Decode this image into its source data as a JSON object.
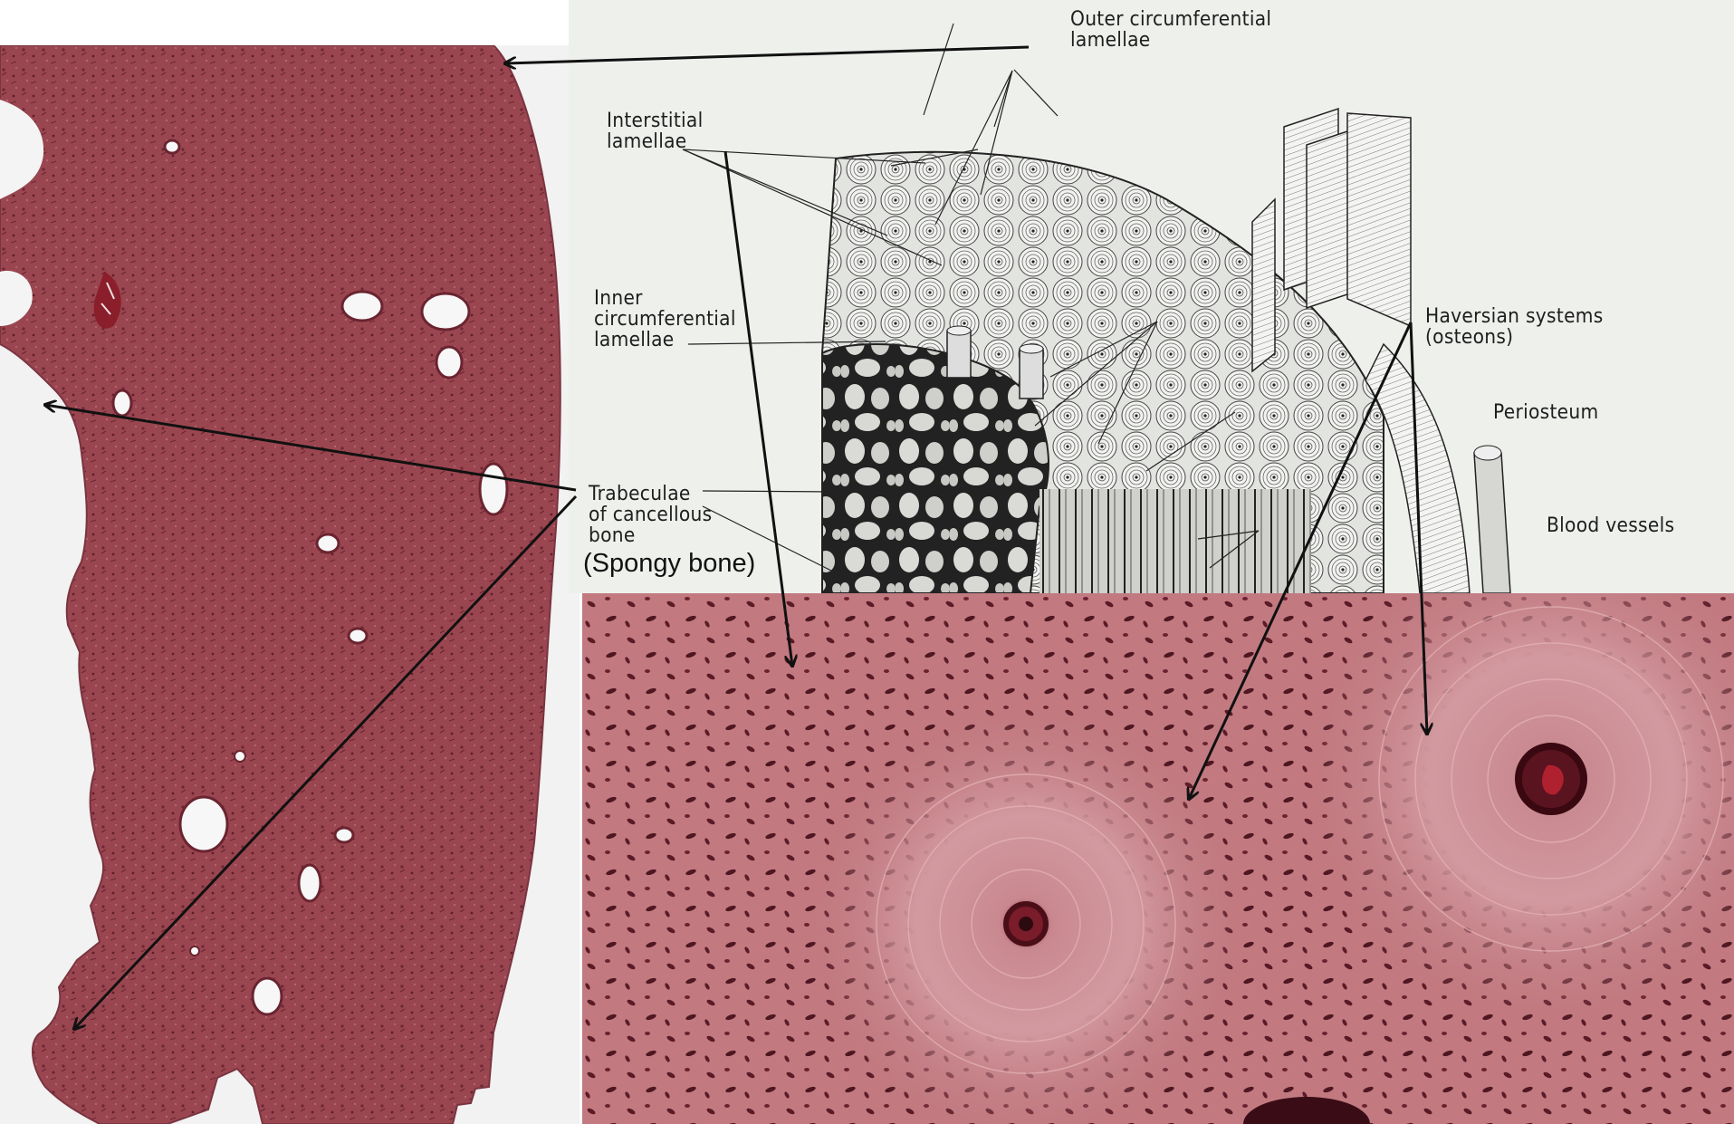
{
  "diagram": {
    "labels": {
      "outer_circumferential": "Outer circumferential\nlamellae",
      "interstitial": "Interstitial\nlamellae",
      "inner_circumferential": "Inner\ncircumferential\nlamellae",
      "haversian": "Haversian systems\n(osteons)",
      "periosteum": "Periosteum",
      "trabeculae": "Trabeculae\nof cancellous\nbone",
      "blood_vessels": "Blood vessels"
    },
    "caption": "(Spongy bone)"
  },
  "colors": {
    "tissue": "#9b4650",
    "tissue_dark": "#6e2a35",
    "micrograph": "#c27a80",
    "diagram_bg": "#eef0ec",
    "arrow": "#111111"
  }
}
